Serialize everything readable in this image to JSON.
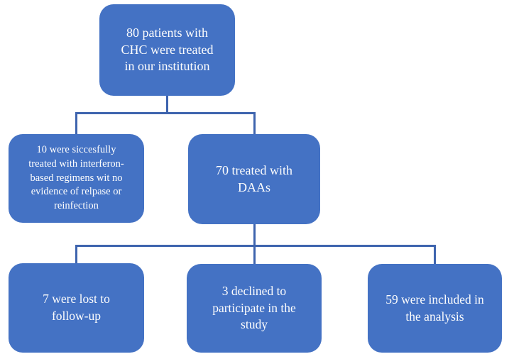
{
  "figure": {
    "type": "flowchart",
    "colors": {
      "box_fill": "#4472C4",
      "box_text": "#fdfdfd",
      "connector": "#3e64ae"
    },
    "nodes": [
      {
        "id": "root",
        "label": "80 patients with\nCHC were treated\nin our institution"
      },
      {
        "id": "interferon",
        "label": "10 were siccesfully\ntreated with interferon-\nbased regimens wit no\nevidence of relpase or\nreinfection"
      },
      {
        "id": "daas",
        "label": "70 treated with\nDAAs"
      },
      {
        "id": "lost",
        "label": "7 were lost to\nfollow-up"
      },
      {
        "id": "declined",
        "label": "3 declined to\nparticipate in the\nstudy"
      },
      {
        "id": "included",
        "label": "59 were included in\nthe analysis"
      }
    ],
    "edges": [
      {
        "from": "root",
        "to": [
          "interferon",
          "daas"
        ]
      },
      {
        "from": "daas",
        "to": [
          "lost",
          "declined",
          "included"
        ]
      }
    ]
  }
}
